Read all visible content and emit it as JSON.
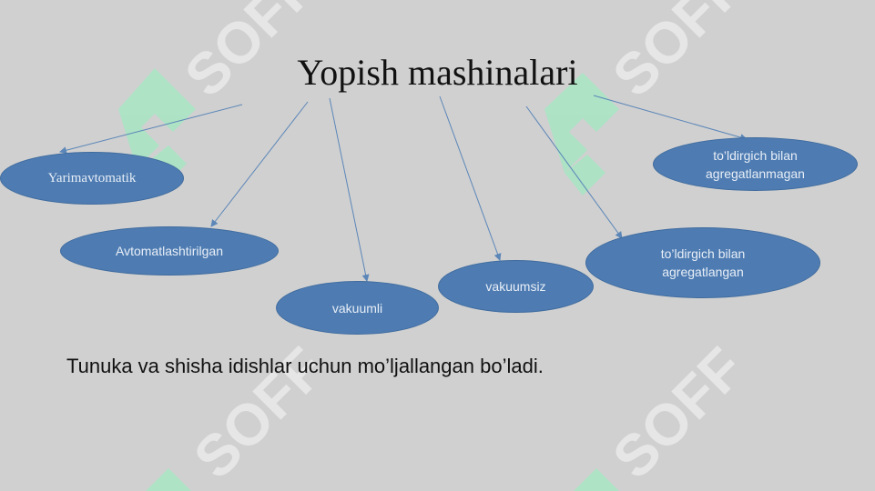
{
  "title": "Yopish mashinalari",
  "nodes": {
    "yarim": "Yarimavtomatik",
    "avto": "Avtomatlashtirilgan",
    "vakuumli": "vakuumli",
    "vakuumsiz": "vakuumsiz",
    "agregatlangan": "to’ldirgich bilan agregatlangan",
    "agregatlanmagan": "to’ldirgich bilan agregatlanmagan"
  },
  "caption": "Tunuka va shisha idishlar uchun mo’ljallangan bo’ladi.",
  "watermark": {
    "text": "SOFF"
  },
  "colors": {
    "background": "#d0d0d0",
    "node_fill": "#4e7cb2",
    "node_text": "#e8eef7",
    "arrow": "#5b86b8",
    "watermark": "#e6e6e6",
    "watermark_logo": "#a8e6c4"
  }
}
